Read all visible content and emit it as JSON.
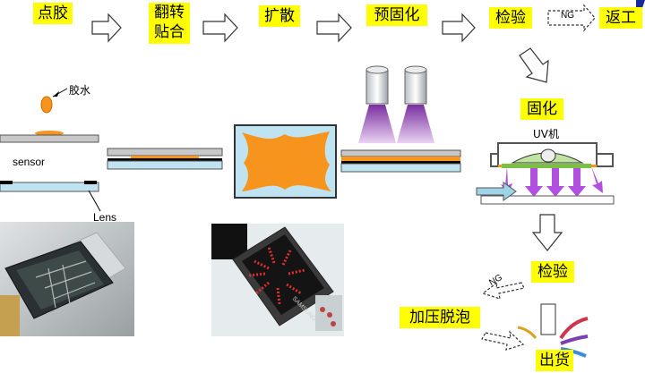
{
  "flow": {
    "step1": "点胶",
    "step2_line1": "翻转",
    "step2_line2": "贴合",
    "step3": "扩散",
    "step4": "预固化",
    "step5": "检验",
    "ng_top": "NG",
    "rework": "返工",
    "cure": "固化",
    "inspect2": "检验",
    "ng_bottom": "NG",
    "pressure_defoam": "加压脱泡",
    "ship": "出货"
  },
  "labels": {
    "glue": "胶水",
    "sensor": "sensor",
    "lens": "Lens",
    "uv_machine": "UV机"
  },
  "photo_text": {
    "brand": "SAMSUNG"
  },
  "colors": {
    "highlight": "#ffff00",
    "glue": "#f7941d",
    "uv_light": "#b36fd0",
    "arrow_purple": "#b04fe0",
    "glass": "#bfe3f0"
  }
}
